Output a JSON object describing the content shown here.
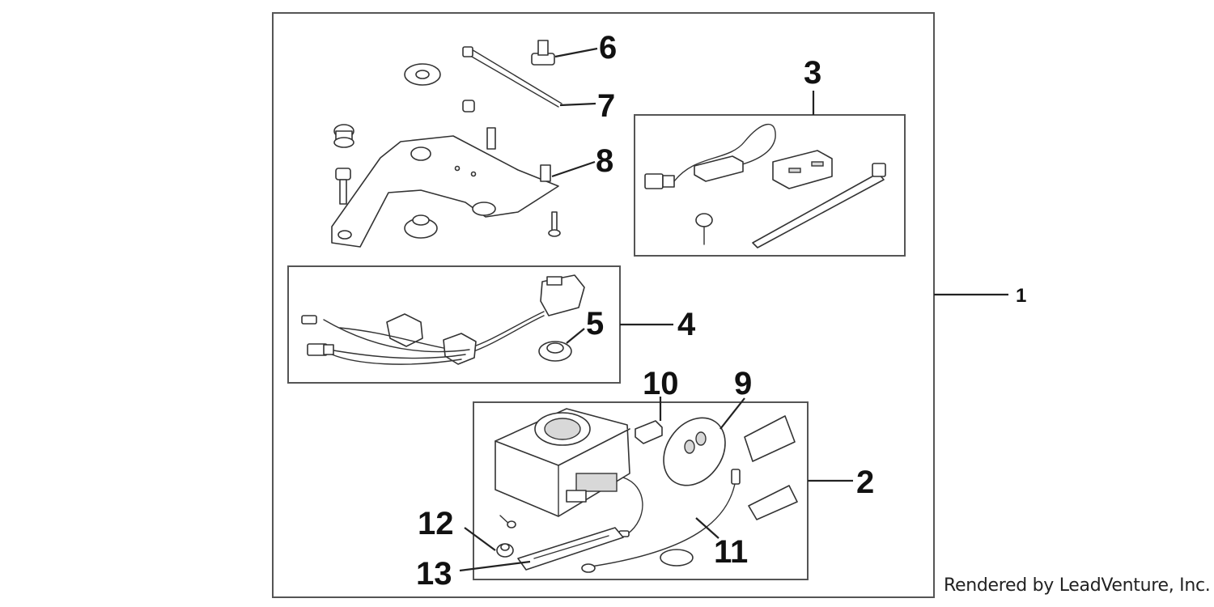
{
  "callouts": {
    "c1": "1",
    "c2": "2",
    "c3": "3",
    "c4": "4",
    "c5": "5",
    "c6": "6",
    "c7": "7",
    "c8": "8",
    "c9": "9",
    "c10": "10",
    "c11": "11",
    "c12": "12",
    "c13": "13"
  },
  "credit": "Rendered by LeadVenture, Inc."
}
